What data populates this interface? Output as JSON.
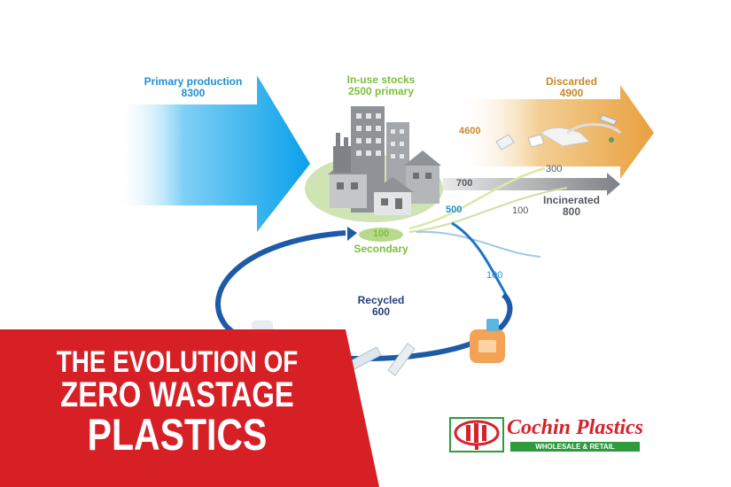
{
  "diagram": {
    "primary_production": {
      "label": "Primary production",
      "value": "8300"
    },
    "in_use_stocks": {
      "label": "In-use stocks",
      "value": "2500 primary"
    },
    "secondary": {
      "value": "100",
      "label": "Secondary"
    },
    "discarded": {
      "label": "Discarded",
      "value": "4900",
      "inflow": "4600"
    },
    "incinerated": {
      "label": "Incinerated",
      "value": "800",
      "inflow": "700"
    },
    "flow_300": "300",
    "flow_100_incinerated": "100",
    "flow_500": "500",
    "flow_100_recycled": "100",
    "recycled": {
      "label": "Recycled",
      "value": "600"
    }
  },
  "banner": {
    "line1": "THE EVOLUTION OF",
    "line2": "ZERO WASTAGE",
    "line3": "PLASTICS",
    "color": "#d71f26"
  },
  "logo": {
    "name": "Cochin Plastics",
    "tagline": "WHOLESALE & RETAIL",
    "red": "#d8202a",
    "green": "#2e9c3c"
  },
  "colors": {
    "primary_arrow": "#18a8ec",
    "discarded_arrow": "#e9a64a",
    "incinerated_arrow": "#8c8f93",
    "recycle_loop": "#1d5aa8",
    "stocks_ellipse": "#cfe3b4"
  }
}
